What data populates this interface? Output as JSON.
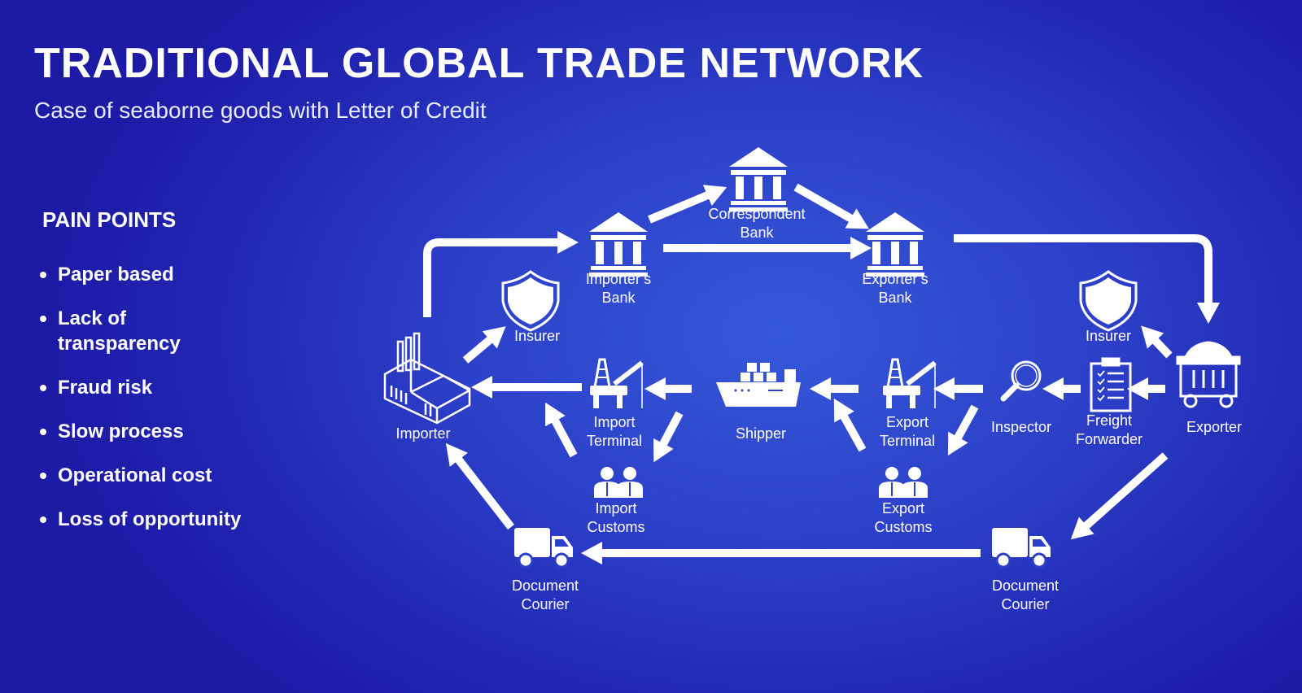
{
  "title": "TRADITIONAL GLOBAL TRADE NETWORK",
  "subtitle": "Case of seaborne goods with Letter of Credit",
  "pain_points": {
    "heading": "PAIN POINTS",
    "items": [
      "Paper based",
      "Lack of transparency",
      "Fraud risk",
      "Slow process",
      "Operational cost",
      "Loss of opportunity"
    ]
  },
  "nodes": {
    "importer": "Importer",
    "insurer_left": "Insurer",
    "importers_bank": [
      "Importer’s",
      "Bank"
    ],
    "correspondent_bank": [
      "Correspondent",
      "Bank"
    ],
    "exporters_bank": [
      "Exporter’s",
      "Bank"
    ],
    "insurer_right": "Insurer",
    "exporter": "Exporter",
    "freight_forwarder": [
      "Freight",
      "Forwarder"
    ],
    "inspector": "Inspector",
    "export_terminal": [
      "Export",
      "Terminal"
    ],
    "shipper": "Shipper",
    "import_terminal": [
      "Import",
      "Terminal"
    ],
    "import_customs": [
      "Import",
      "Customs"
    ],
    "export_customs": [
      "Export",
      "Customs"
    ],
    "courier_left": [
      "Document",
      "Courier"
    ],
    "courier_right": [
      "Document",
      "Courier"
    ]
  },
  "colors": {
    "background": "#2c3fc8",
    "foreground": "#ffffff"
  }
}
